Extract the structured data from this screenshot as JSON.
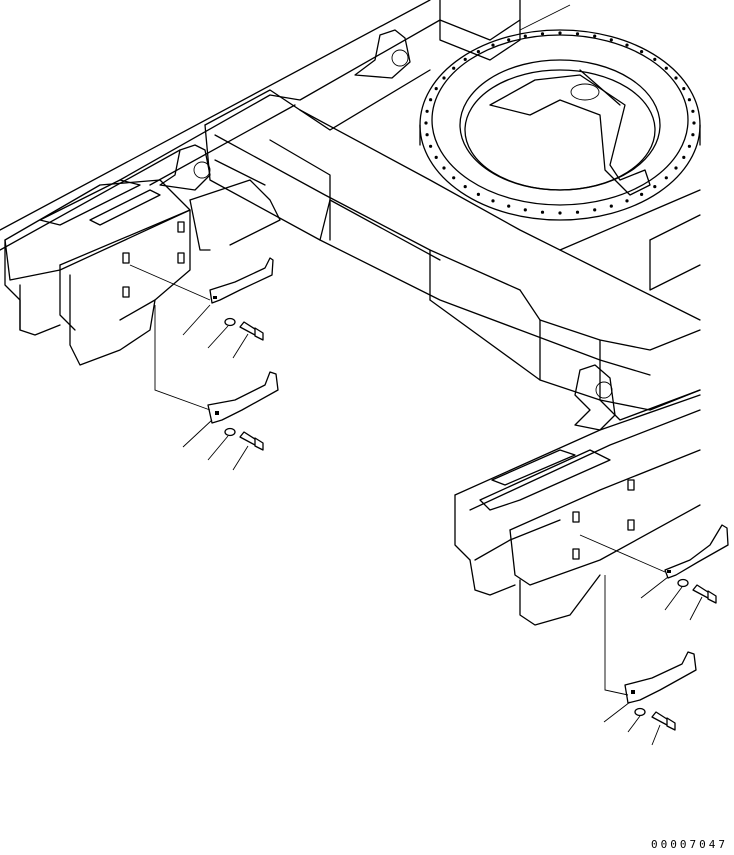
{
  "drawing_number": "00007047",
  "colors": {
    "line": "#000000",
    "background": "#ffffff"
  },
  "parts": [
    {
      "name": "track-frame-left-cover-upper"
    },
    {
      "name": "track-frame-left-cover-lower"
    },
    {
      "name": "track-frame-right-cover-upper"
    },
    {
      "name": "track-frame-right-cover-lower"
    }
  ]
}
